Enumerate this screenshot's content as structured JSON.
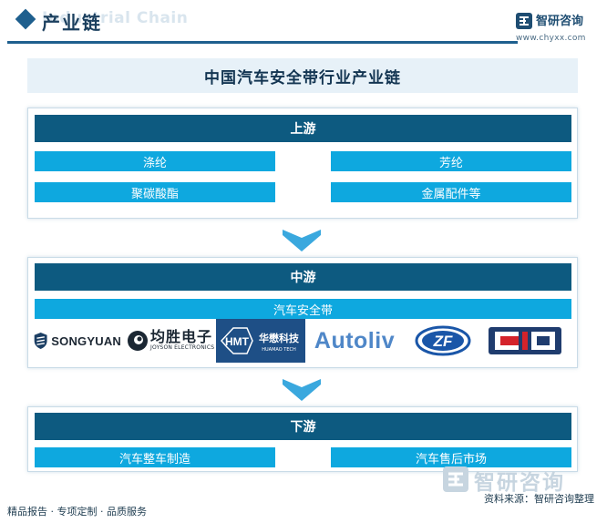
{
  "header": {
    "title": "产业链",
    "title_bg_en": "Industrial Chain",
    "brand_name": "智研咨询",
    "brand_url": "www.chyxx.com"
  },
  "main_title": "中国汽车安全带行业产业链",
  "upstream": {
    "label": "上游",
    "items": [
      "涤纶",
      "芳纶",
      "聚碳酸酯",
      "金属配件等"
    ]
  },
  "midstream": {
    "label": "中游",
    "product": "汽车安全带",
    "logos": {
      "songyuan": "SONGYUAN",
      "joyson_cn": "均胜电子",
      "joyson_en": "JOYSON ELECTRONICS",
      "hmt_abbr": "HMT",
      "hmt_cn": "华懋科技",
      "hmt_en": "HUAMAO TECH",
      "autoliv": "Autoliv",
      "zf": "ZF"
    }
  },
  "downstream": {
    "label": "下游",
    "items": [
      "汽车整车制造",
      "汽车售后市场"
    ]
  },
  "footer": {
    "left": "精品报告 · 专项定制 · 品质服务",
    "watermark": "智研咨询",
    "source": "资料来源：智研咨询整理"
  },
  "colors": {
    "stage_bar": "#0d5a80",
    "item": "#0ea8df",
    "arrow": "#3aa8de",
    "header_rule": "#1e5f8e",
    "title_band": "#e7f1f8"
  }
}
